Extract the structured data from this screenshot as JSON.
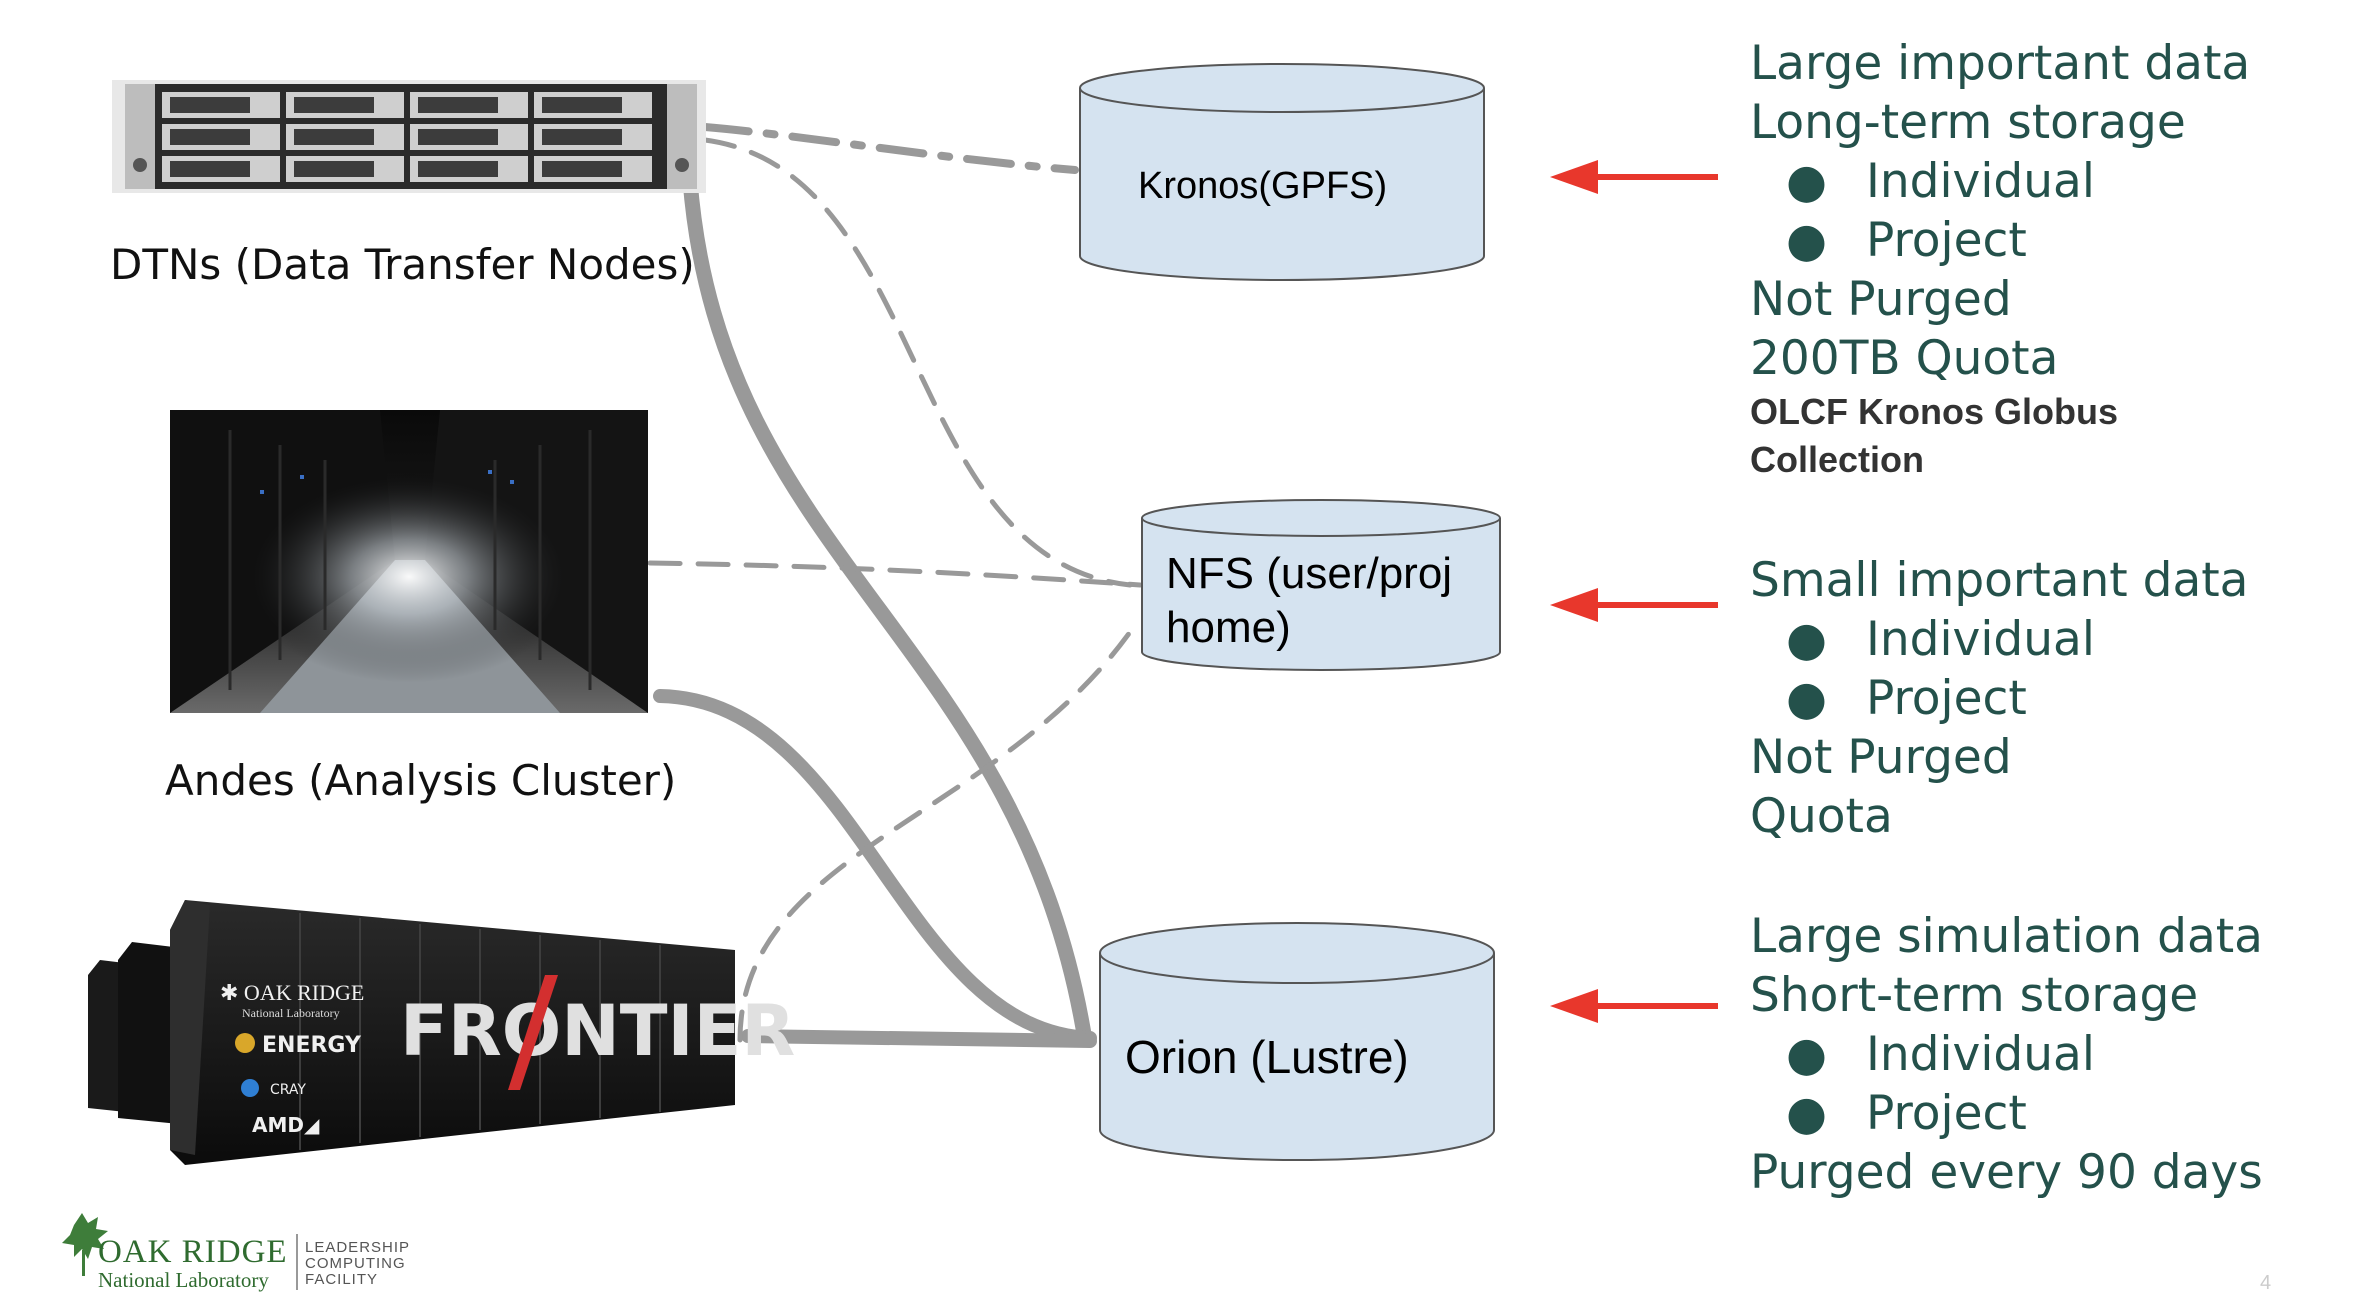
{
  "nodes": {
    "dtns": {
      "label": "DTNs (Data Transfer Nodes)"
    },
    "andes": {
      "label": "Andes (Analysis Cluster)"
    },
    "frontier": {
      "brand_text": "FRONTIER",
      "logos": [
        "OAK RIDGE",
        "National Laboratory",
        "ENERGY",
        "CRAY",
        "AMD"
      ]
    }
  },
  "storage": {
    "kronos": {
      "label": "Kronos(GPFS)"
    },
    "nfs": {
      "label_line1": "NFS (user/proj",
      "label_line2": "home)"
    },
    "orion": {
      "label": "Orion (Lustre)"
    }
  },
  "info": {
    "kronos": {
      "line1": "Large important data",
      "line2": "Long-term storage",
      "bullets": [
        "Individual",
        "Project"
      ],
      "line3": "Not Purged",
      "line4": "200TB Quota",
      "note_line1": "OLCF Kronos Globus",
      "note_line2": "Collection"
    },
    "nfs": {
      "line1": "Small important data",
      "bullets": [
        "Individual",
        "Project"
      ],
      "line2": "Not Purged",
      "line3": "Quota"
    },
    "orion": {
      "line1": "Large simulation data",
      "line2": "Short-term storage",
      "bullets": [
        "Individual",
        "Project"
      ],
      "line3": "Purged every 90 days"
    },
    "bullet_char": "●"
  },
  "footer": {
    "logo_main": "OAK RIDGE",
    "logo_sub": "National Laboratory",
    "logo_side_1": "LEADERSHIP",
    "logo_side_2": "COMPUTING",
    "logo_side_3": "FACILITY",
    "page_number": "4"
  },
  "colors": {
    "cylinder_fill": "#d5e3f0",
    "connector": "#999999",
    "arrow": "#e8372c",
    "info_text": "#24514b"
  }
}
